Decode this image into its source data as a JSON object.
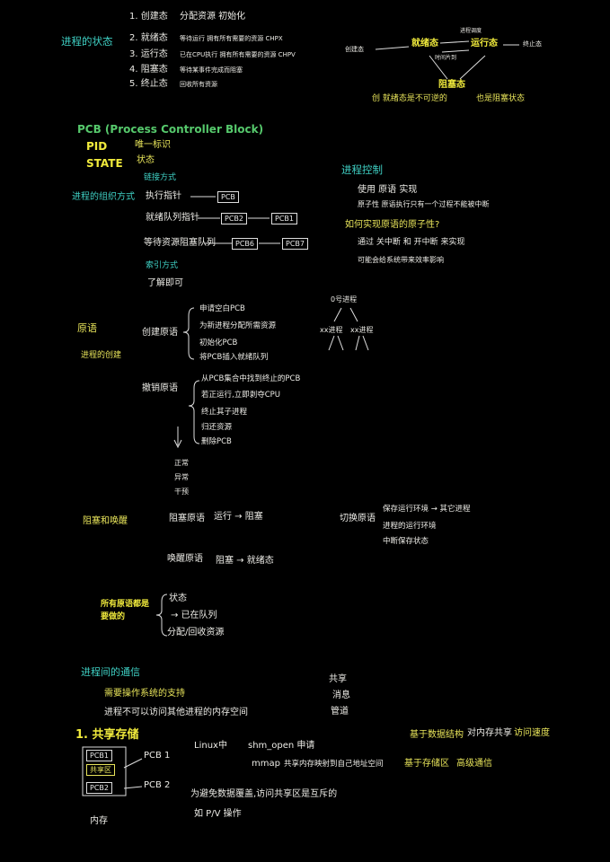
{
  "colors": {
    "ink": "#ecebe6",
    "teal": "#3fd0c4",
    "yellow": "#e8e45a",
    "green": "#56c96c",
    "background": "#000000"
  },
  "states": {
    "title": "进程的状态",
    "items": [
      {
        "name": "1. 创建态",
        "desc": "分配资源 初始化"
      },
      {
        "name": "2. 就绪态",
        "desc": "等待运行 拥有所有需要的资源 CHPX"
      },
      {
        "name": "3. 运行态",
        "desc": "已在CPU执行 拥有所有需要的资源 CHPV"
      },
      {
        "name": "4. 阻塞态",
        "desc": "等待某事件完成而阻塞"
      },
      {
        "name": "5. 终止态",
        "desc": "回收所有资源"
      }
    ],
    "flow_from": "创建态",
    "flow_ready": "就绪态",
    "flow_run": "运行态",
    "flow_end": "终止态",
    "flow_block": "阻塞态",
    "flow_top": "进程调度",
    "flow_mid": "时间片到",
    "note": "创 就绪态是不可逆的",
    "note2": "也是阻塞状态"
  },
  "pcb": {
    "title": "PCB (Process Controller Block)",
    "pid": "PID",
    "pid_desc": "唯一标识",
    "state": "STATE",
    "state_desc": "状态"
  },
  "org": {
    "header": "组织方式",
    "link_title": "链接方式",
    "label": "进程的组织方式",
    "exec": "执行指针",
    "ready": "就绪队列指针",
    "blocked": "等待资源阻塞队列",
    "index_title": "索引方式",
    "index_desc": "了解即可",
    "pcb_a": "PCB",
    "pcb_b": "PCB2",
    "pcb_c": "PCB1",
    "pcb_d": "PCB6",
    "pcb_e": "PCB7"
  },
  "control": {
    "title": "进程控制",
    "l1": "使用 原语 实现",
    "l2": "原子性 原语执行只有一个过程不能被中断",
    "q": "如何实现原语的原子性?",
    "l3": "通过 关中断 和 开中断 来实现",
    "l4": "可能会给系统带来效率影响"
  },
  "tree": {
    "root": "0号进程",
    "left": "xx进程",
    "right": "xx进程"
  },
  "primitive": {
    "title": "原语",
    "sub": "进程的创建",
    "create": "创建原语",
    "create_steps": [
      "申请空白PCB",
      "为新进程分配所需资源",
      "初始化PCB",
      "将PCB插入就绪队列"
    ],
    "kill": "撤销原语",
    "kill_steps": [
      "从PCB集合中找到终止的PCB",
      "若正运行,立即剥夺CPU",
      "终止其子进程",
      "归还资源",
      "删除PCB"
    ],
    "after": [
      "正常",
      "异常",
      "干预"
    ]
  },
  "block": {
    "title": "阻塞和唤醒",
    "b1": "阻塞原语",
    "b1_d": "运行 → 阻塞",
    "b2": "唤醒原语",
    "b2_d": "阻塞 → 就绪态",
    "switch": "切换原语",
    "s1": "保存运行环境 → 其它进程",
    "s2": "进程的运行环境",
    "s3": "中断保存状态"
  },
  "sched": {
    "title": "所有原语都是要做的",
    "l1": "状态",
    "l2": "→ 已在队列",
    "l3": "分配/回收资源"
  },
  "comm": {
    "title": "进程间的通信",
    "l1": "需要操作系统的支持",
    "l2": "进程不可以访问其他进程的内存空间",
    "side": [
      "共享",
      "消息",
      "管道"
    ]
  },
  "shared": {
    "title": "1. 共享存储",
    "pcb1": "PCB1",
    "shared_box": "共享区",
    "pcb2": "PCB2",
    "lbl1": "PCB 1",
    "lbl2": "PCB 2",
    "linux": "Linux中",
    "shm": "shm_open 申请",
    "mmap": "mmap",
    "mmap_d": "共享内存映射到自己地址空间",
    "r1": "基于数据结构",
    "r1b": "对内存共享",
    "r1c": "访问速度",
    "r2": "基于存储区",
    "r2b": "高级通信",
    "avoid": "为避免数据覆盖,访问共享区是互斥的",
    "pv": "如 P/V 操作",
    "foot": "内存"
  }
}
